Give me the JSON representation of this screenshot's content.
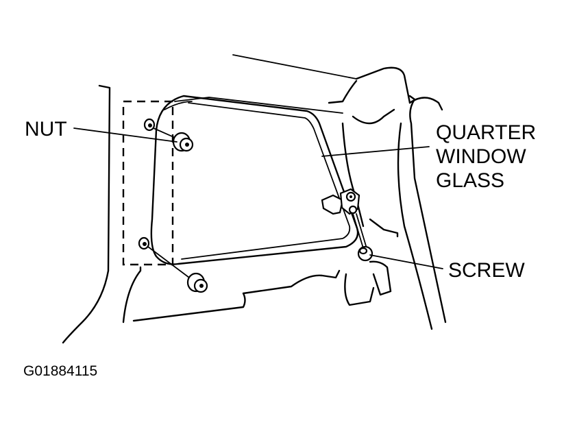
{
  "labels": {
    "nut": "NUT",
    "quarter_window_glass": [
      "QUARTER",
      "WINDOW",
      "GLASS"
    ],
    "screw": "SCREW"
  },
  "figure_code": "G01884115"
}
